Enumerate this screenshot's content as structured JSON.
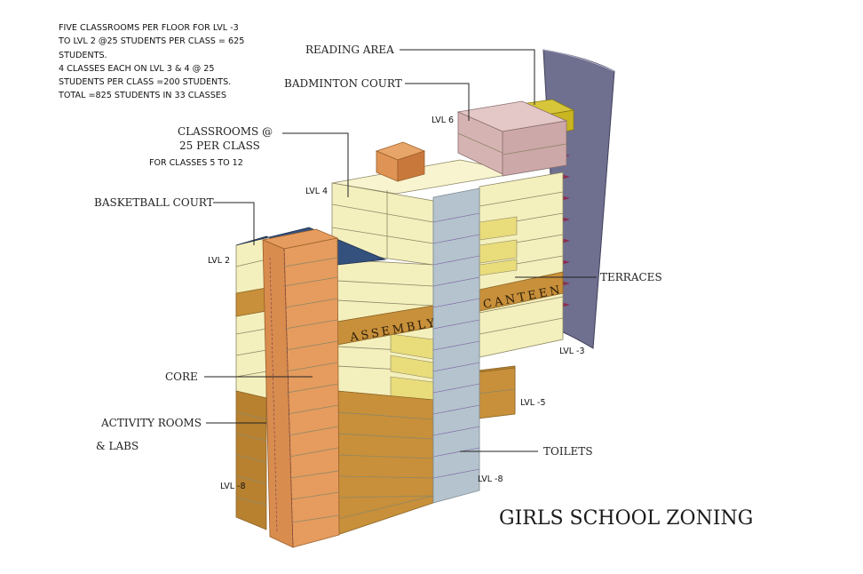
{
  "notes": [
    "FIVE CLASSROOMS PER FLOOR FOR LVL -3",
    "TO LVL 2 @25 STUDENTS PER CLASS = 625",
    "STUDENTS.",
    "4 CLASSES  EACH ON LVL 3 & 4 @ 25",
    "STUDENTS PER CLASS =200 STUDENTS.",
    "TOTAL =825 STUDENTS IN 33 CLASSES"
  ],
  "labels": {
    "reading_area": "READING AREA",
    "badminton_court": "BADMINTON COURT",
    "classrooms_line1": "CLASSROOMS @",
    "classrooms_line2": "25  PER CLASS",
    "classrooms_line3": "FOR CLASSES 5 TO 12",
    "basketball_court": "BASKETBALL COURT",
    "terraces": "TERRACES",
    "core": "CORE",
    "activity_rooms": "ACTIVITY ROOMS",
    "labs": "& LABS",
    "toilets": "TOILETS",
    "assembly": "ASSEMBLY",
    "canteen": "CANTEEN"
  },
  "levels": {
    "lvl6": "LVL 6",
    "lvl4": "LVL 4",
    "lvl2": "LVL 2",
    "lvl_m3": "LVL -3",
    "lvl_m5": "LVL -5",
    "lvl_m8_left": "LVL -8",
    "lvl_m8_right": "LVL -8"
  },
  "title": "GIRLS SCHOOL ZONING",
  "colors": {
    "classroom": "#f4f0bd",
    "activity": "#c8903a",
    "core": "#e59c5e",
    "toilets": "#b4c3cd",
    "basketball": "#34507c",
    "badminton": "#d9b8b8",
    "reading": "#c8b520",
    "terrace": "#e9dc7a",
    "wall": "#6f6f8f"
  }
}
